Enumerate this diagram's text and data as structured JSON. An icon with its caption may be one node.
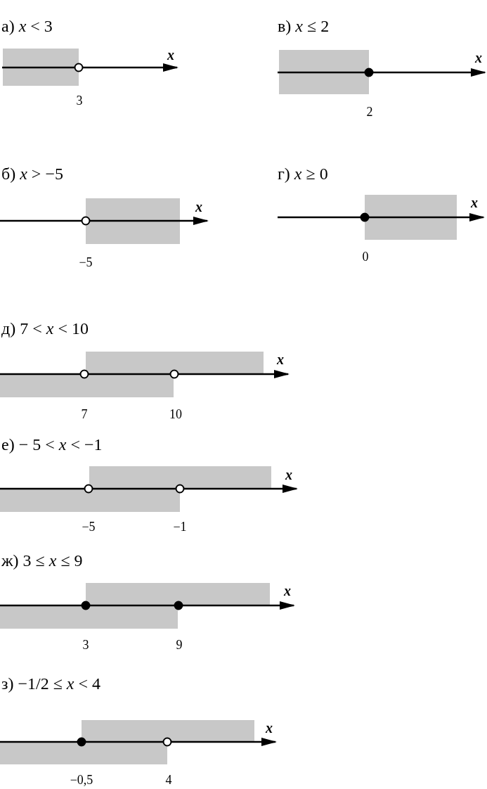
{
  "diagram": {
    "labels": [
      "а) *x* < 3",
      "x",
      "3",
      "в) *x* ≤ 2",
      "x",
      "2",
      "б) *x* > −5",
      "x",
      "−5",
      "г) *x* ≥ 0",
      "x",
      "0",
      "д) 7 < *x* < 10",
      "x",
      "7",
      "10",
      "е) − 5 < *x* < −1",
      "x",
      "−5",
      "−1",
      "ж) 3 ≤ *x* ≤ 9",
      "x",
      "3",
      "9",
      "з) −1/2 ≤ *x* < 4",
      "x",
      "−0,5",
      "4"
    ]
  }
}
